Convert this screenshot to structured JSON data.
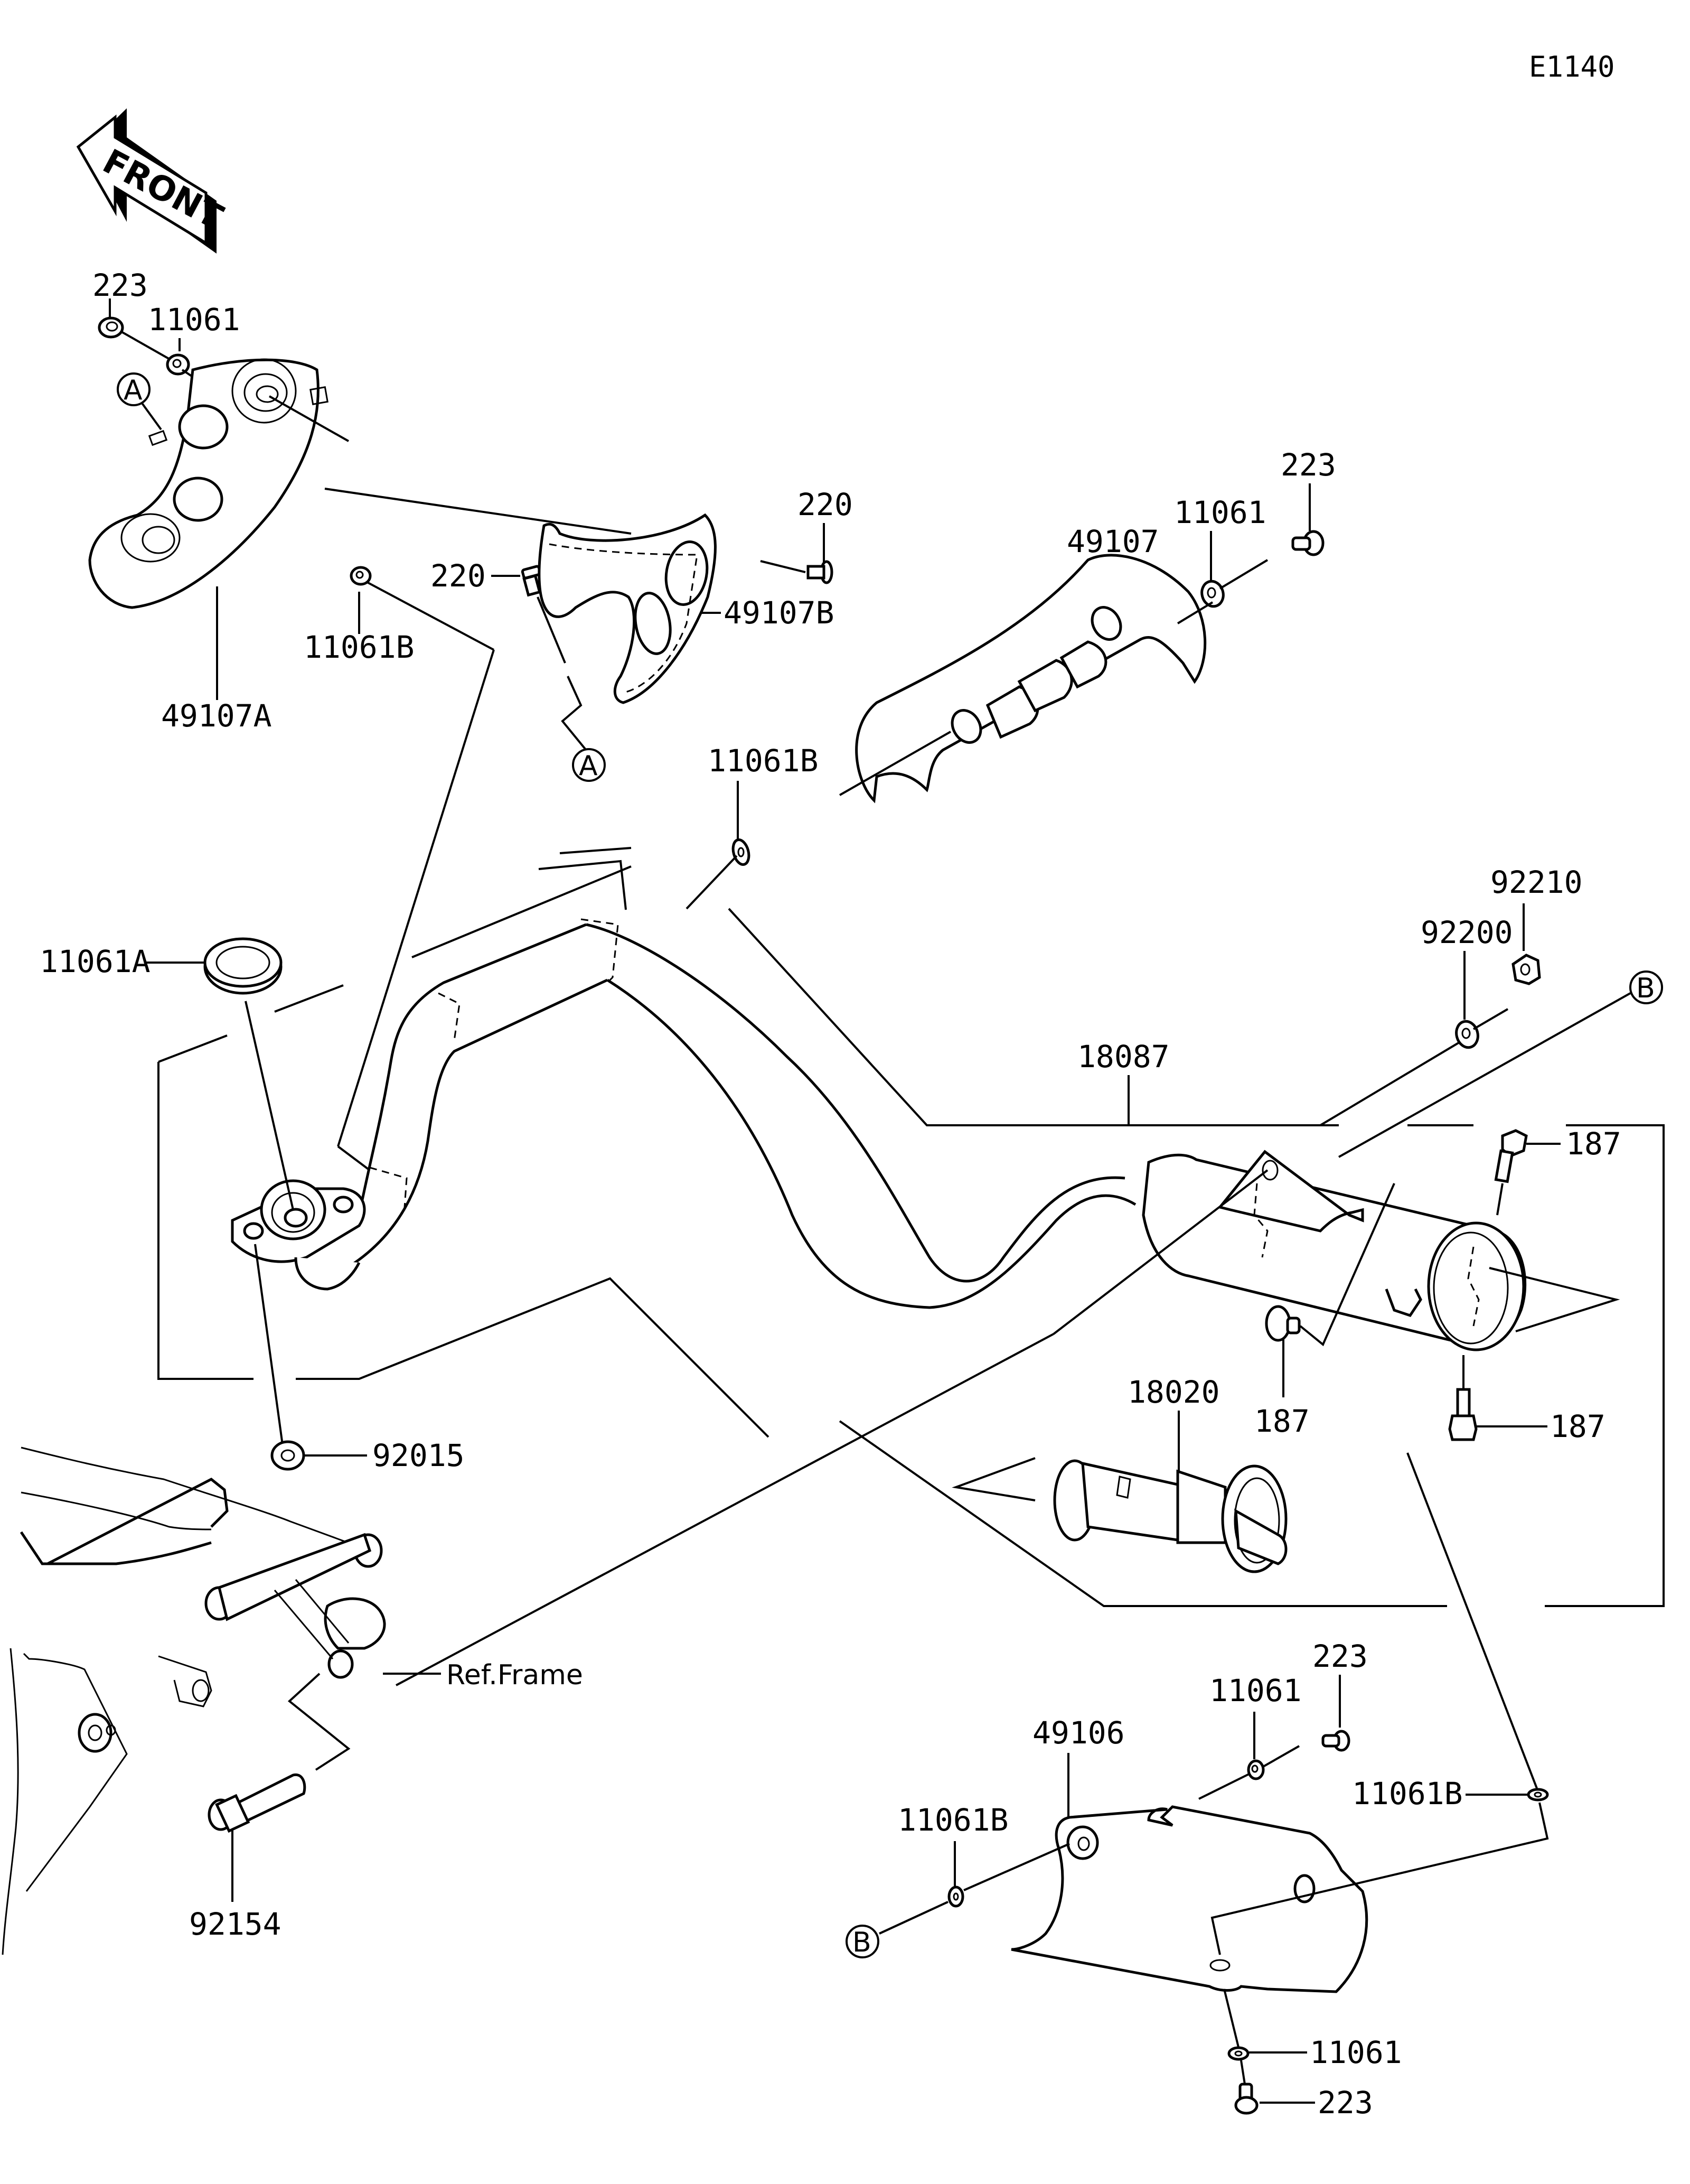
{
  "diagram": {
    "code": "E1140",
    "front_label": "FRONT",
    "reference_label": "Ref.Frame",
    "callouts": {
      "a": "A",
      "b": "B"
    },
    "parts": {
      "bolt_223_top_left": "223",
      "washer_11061_top_left": "11061",
      "cover_49107A": "49107A",
      "washer_11061B_left": "11061B",
      "screw_220_left": "220",
      "screw_220_right": "220",
      "cover_49107B": "49107B",
      "cover_49107": "49107",
      "washer_11061_upper": "11061",
      "bolt_223_upper": "223",
      "washer_11061B_mid": "11061B",
      "gasket_11061A": "11061A",
      "muffler_18087": "18087",
      "washer_92200": "92200",
      "nut_92210": "92210",
      "bolt_187_a": "187",
      "bolt_187_b": "187",
      "bolt_187_c": "187",
      "arrester_18020": "18020",
      "nut_92015": "92015",
      "bolt_92154": "92154",
      "cover_49106": "49106",
      "washer_11061_lower": "11061",
      "bolt_223_lower": "223",
      "washer_11061B_lower_left": "11061B",
      "washer_11061B_lower_right": "11061B",
      "washer_11061_bottom": "11061",
      "bolt_223_bottom": "223"
    }
  }
}
